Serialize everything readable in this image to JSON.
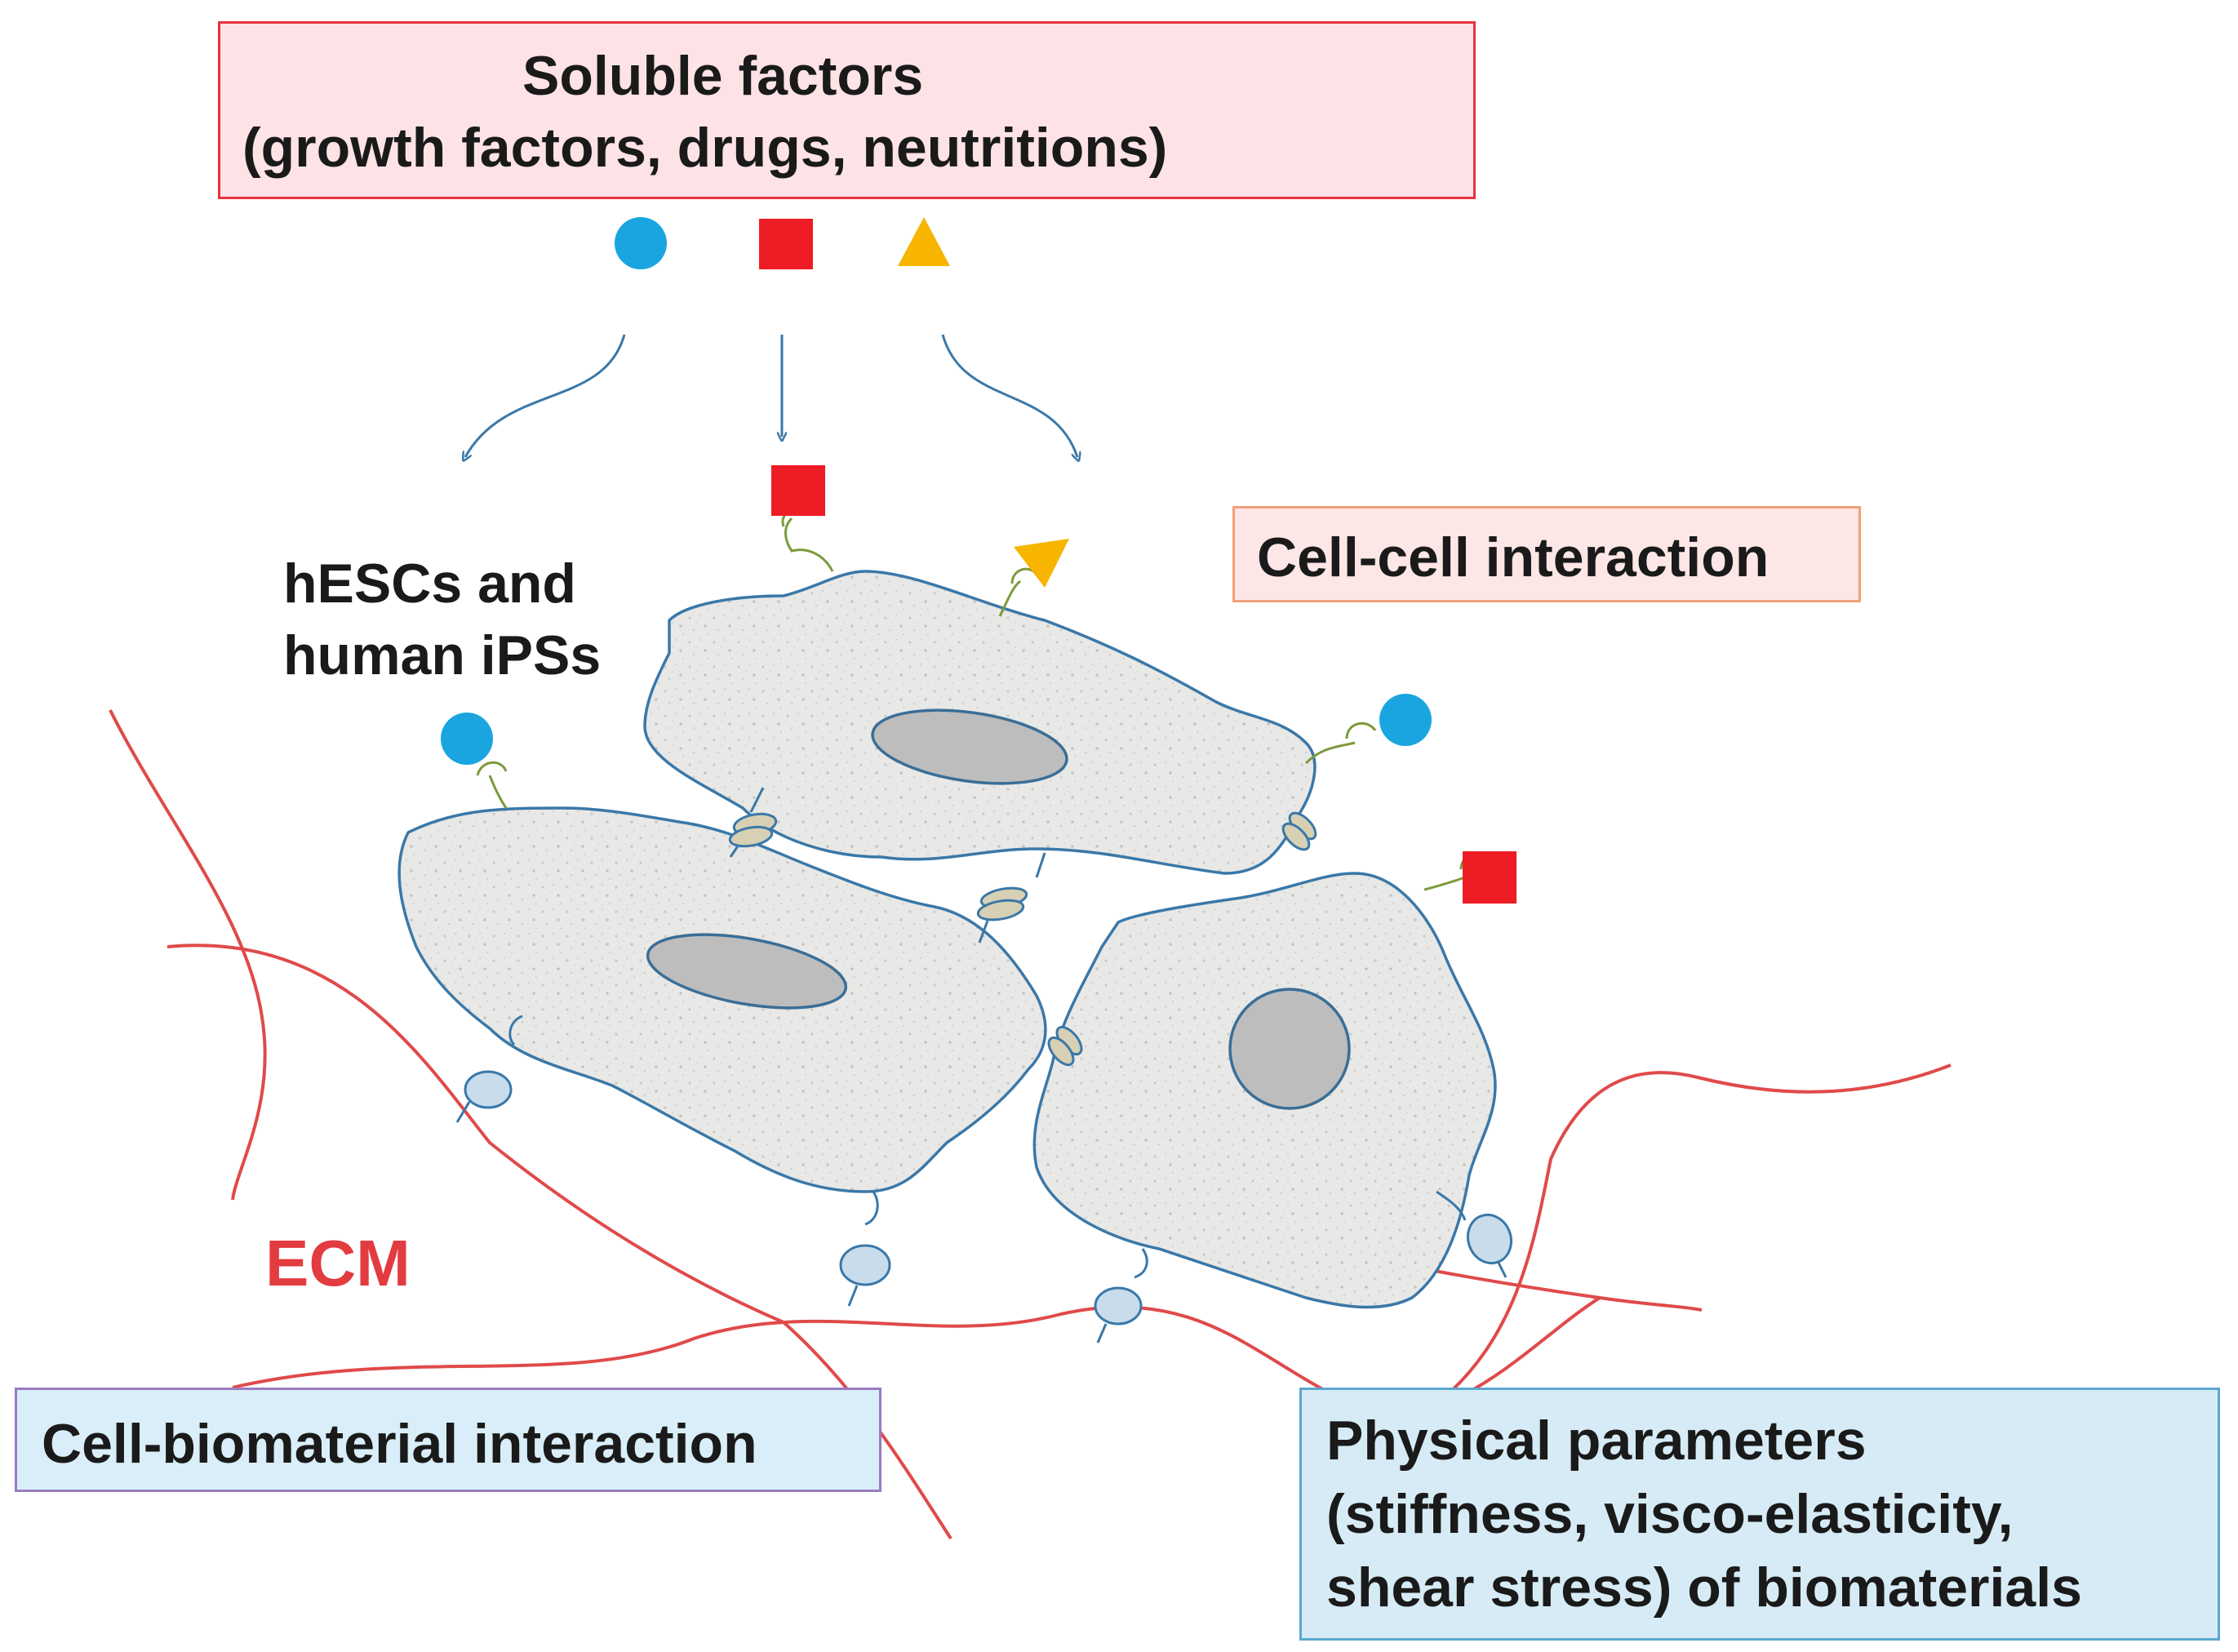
{
  "soluble_box": {
    "line1": "Soluble factors",
    "line2": "(growth factors, drugs, neutritions)"
  },
  "cell_label": {
    "line1": "hESCs and",
    "line2": "human iPSs"
  },
  "cell_cell": {
    "label": "Cell-cell interaction"
  },
  "ecm": {
    "label": "ECM"
  },
  "cell_biomaterial": {
    "label": "Cell-biomaterial interaction"
  },
  "physical": {
    "line1": "Physical parameters",
    "line2": "(stiffness, visco-elasticity,",
    "line3": "shear stress) of biomaterials"
  },
  "colors": {
    "soluble_fill": "#fde3e6",
    "soluble_border": "#e8333f",
    "cellcell_fill": "#fde6e6",
    "cellcell_border": "#f2a07a",
    "cellbio_fill": "#d9eef8",
    "cellbio_border": "#9a7cc0",
    "physical_fill": "#d6ebf5",
    "physical_border": "#5aa8cf",
    "ecm_fiber": "#e04a4a",
    "ecm_text": "#e23b40",
    "factor_circle": "#1aa5e0",
    "factor_square": "#ee1c24",
    "factor_triangle": "#f7b500",
    "cell_fill": "#e6e6e4",
    "cell_outline": "#3a78a8",
    "nucleus_fill": "#bdbdbd",
    "nucleus_outline": "#3a6e96",
    "receptor": "#7c9a3c",
    "integrin_fill": "#c8dcec"
  },
  "icons": [
    "circle-factor-icon",
    "square-factor-icon",
    "triangle-factor-icon"
  ]
}
